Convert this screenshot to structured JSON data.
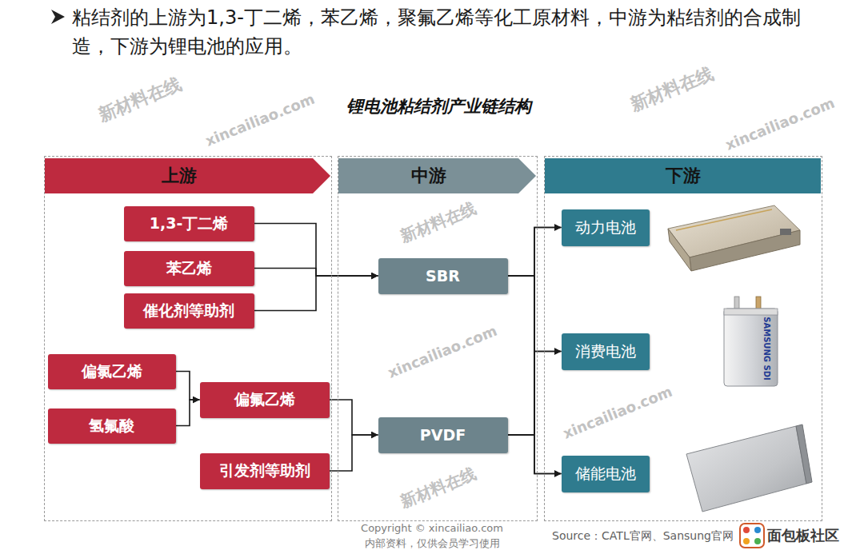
{
  "diagram": {
    "title": "锂电池粘结剂产业链结构",
    "nodes": [
      {
        "text": [
          "上游"
        ]
      },
      {
        "text": [
          "1,3-丁二烯"
        ],
        "in": 0
      },
      {
        "text": [
          "苯乙烯"
        ],
        "in": 0
      },
      {
        "text": [
          "催化剂等助剂"
        ],
        "in": 0
      },
      {
        "text": [
          "偏氯乙烯"
        ],
        "in": 0
      },
      {
        "text": [
          "氢氟酸"
        ],
        "in": 0
      },
      {
        "text": [
          "偏氟乙烯"
        ],
        "in": 0
      },
      {
        "text": [
          "引发剂等助剂"
        ],
        "in": 0
      },
      {
        "text": [
          "中游"
        ]
      },
      {
        "text": [
          "SBR"
        ],
        "in": 8
      },
      {
        "text": [
          "PVDF"
        ],
        "in": 8
      },
      {
        "text": [
          "下游"
        ]
      },
      {
        "text": [
          "动力电池"
        ],
        "in": 11
      },
      {
        "text": [
          "消费电池"
        ],
        "in": 11
      },
      {
        "text": [
          "储能电池"
        ],
        "in": 11
      }
    ],
    "edges": [
      {
        "from": 1,
        "to": 9,
        "arrow": "to"
      },
      {
        "from": 2,
        "to": 9,
        "arrow": "to"
      },
      {
        "from": 3,
        "to": 9,
        "arrow": "to"
      },
      {
        "from": 4,
        "to": 6,
        "arrow": "to"
      },
      {
        "from": 5,
        "to": 6,
        "arrow": "to"
      },
      {
        "from": 6,
        "to": 10,
        "arrow": "to"
      },
      {
        "from": 7,
        "to": 10,
        "arrow": "to"
      },
      {
        "from": 9,
        "to": 12,
        "arrow": "to"
      },
      {
        "from": 9,
        "to": 13,
        "arrow": "to"
      },
      {
        "from": 9,
        "to": 14,
        "arrow": "to"
      },
      {
        "from": 10,
        "to": 12,
        "arrow": "to"
      },
      {
        "from": 10,
        "to": 13,
        "arrow": "to"
      },
      {
        "from": 10,
        "to": 14,
        "arrow": "to"
      }
    ],
    "labels": [
      "粘结剂的上游为1,3-丁二烯，苯乙烯，聚氟乙烯等化工原材料，中游为粘结剂的合成制造，下游为锂电池的应用。",
      "SAMSUNG SDI",
      "Copyright © xincailiao.com",
      "内部资料，仅供会员学习使用",
      "Source：CATL官网、Sansung官网",
      "面包板社区",
      "新材料在线",
      "xincailiao.com",
      "新材料在线",
      "xincailiao.com",
      "新材料在线",
      "xincailiao.com",
      "新材料在线",
      "xincailiao.com"
    ]
  }
}
